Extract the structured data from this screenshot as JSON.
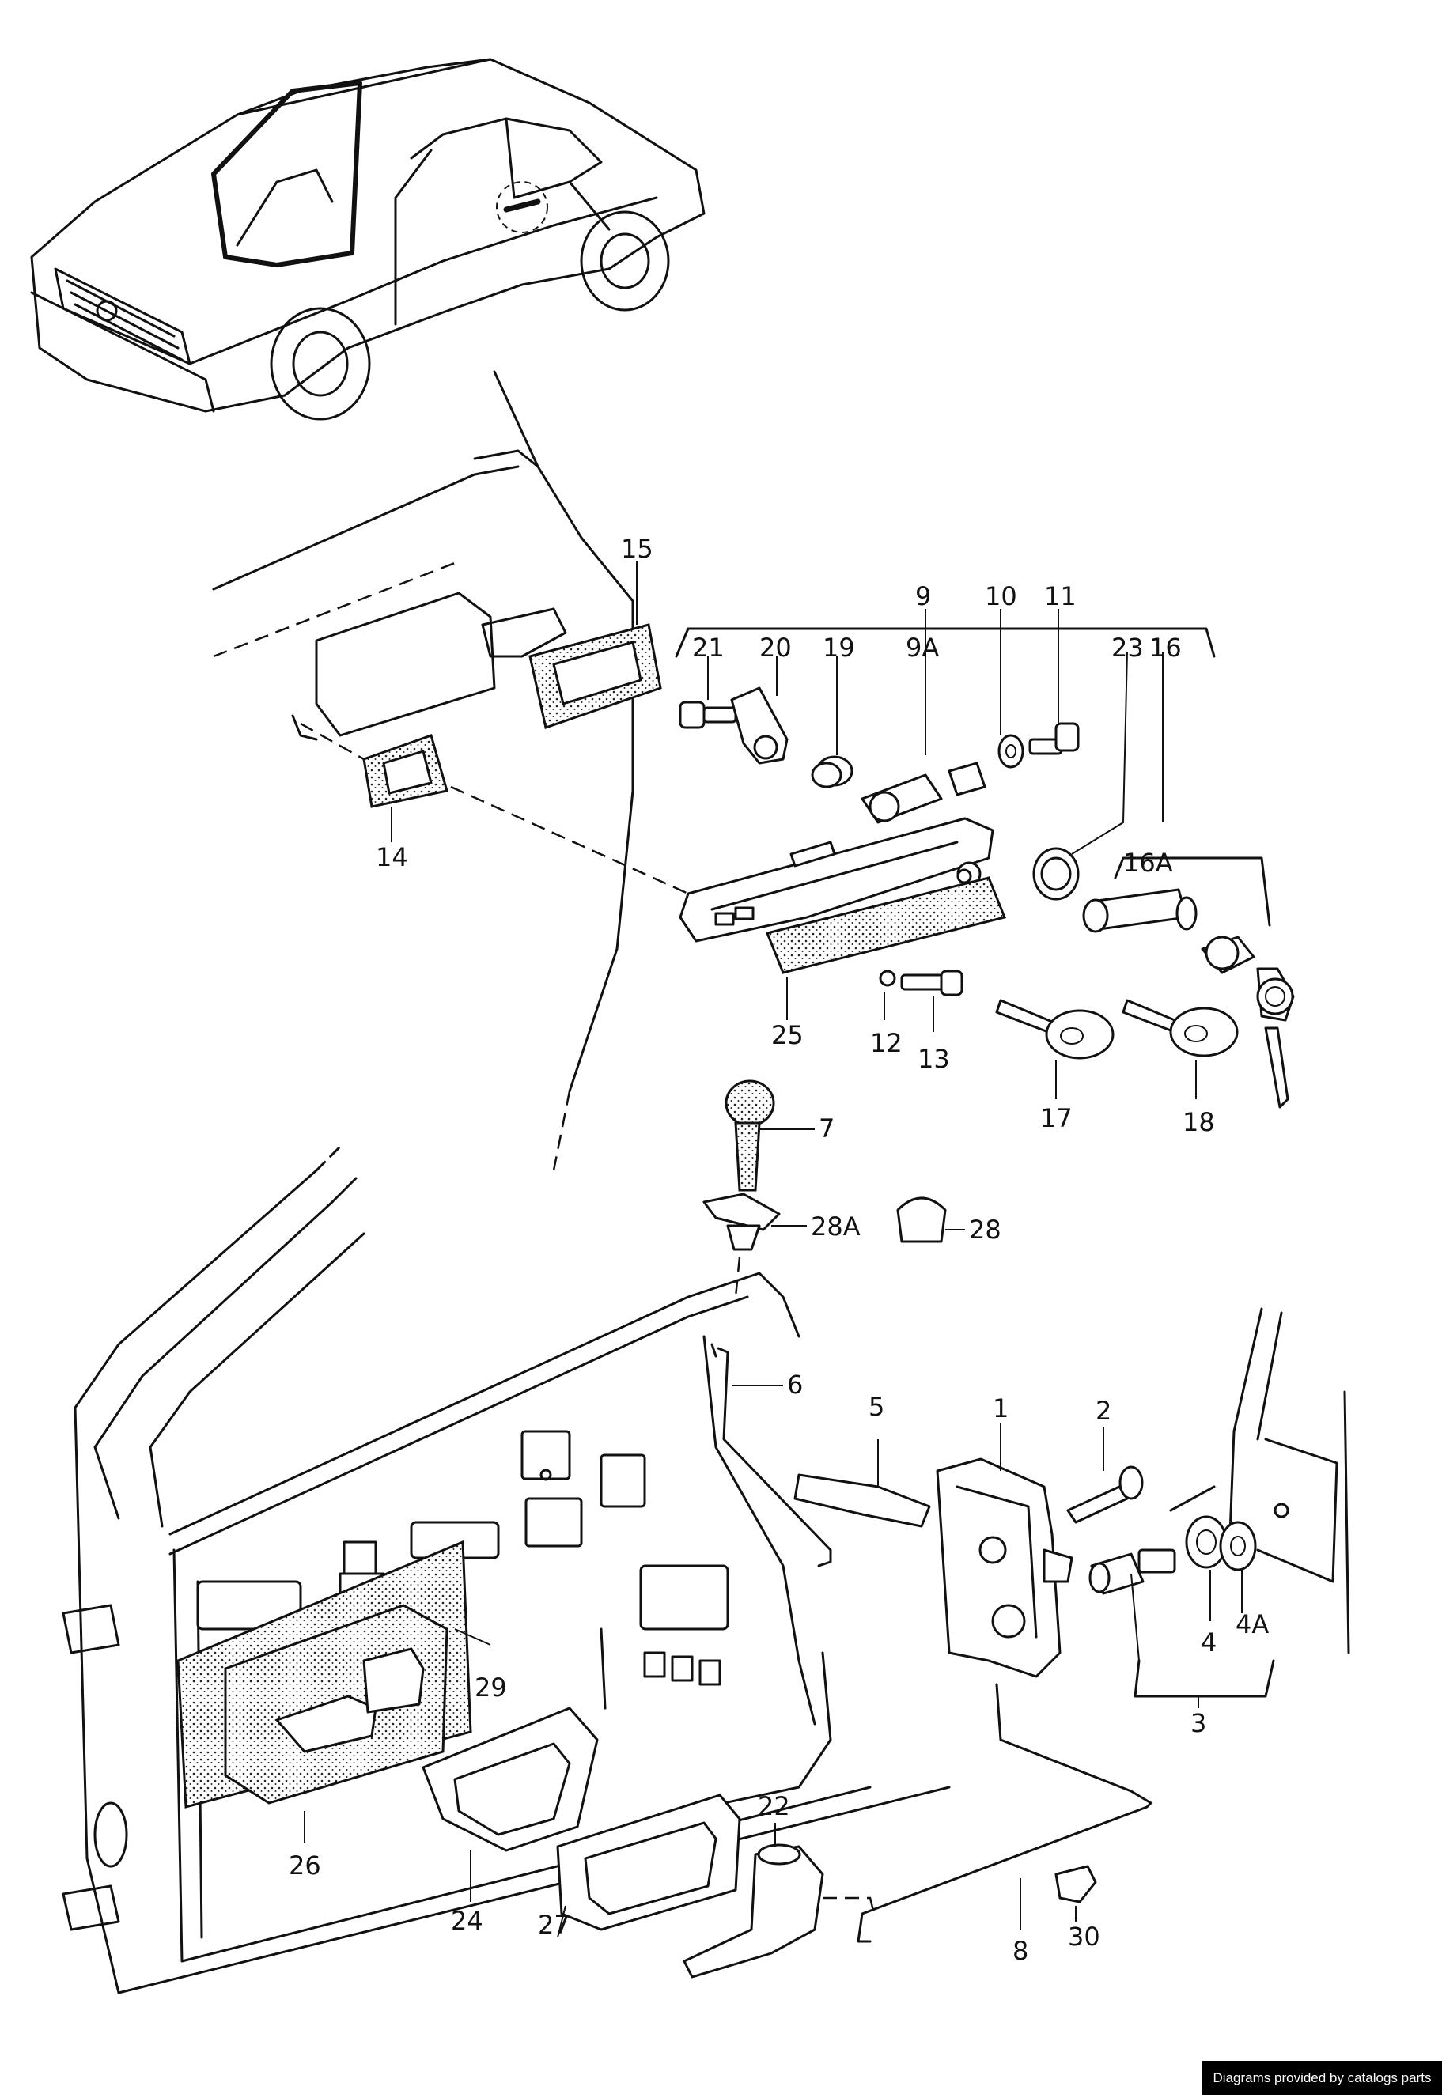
{
  "labels": {
    "p1": "1",
    "p2": "2",
    "p3": "3",
    "p4": "4",
    "p4a": "4A",
    "p5": "5",
    "p6": "6",
    "p7": "7",
    "p8": "8",
    "p9": "9",
    "p9a": "9A",
    "p10": "10",
    "p11": "11",
    "p12": "12",
    "p13": "13",
    "p14": "14",
    "p15": "15",
    "p16": "16",
    "p16a": "16A",
    "p17": "17",
    "p18": "18",
    "p19": "19",
    "p20": "20",
    "p21": "21",
    "p22": "22",
    "p23": "23",
    "p24": "24",
    "p25": "25",
    "p26": "26",
    "p27": "27",
    "p28": "28",
    "p28a": "28A",
    "p29": "29",
    "p30": "30"
  },
  "credit": "Diagrams provided by catalogs parts",
  "colors": {
    "line": "#111111",
    "background": "#ffffff",
    "credit_bg": "#000000",
    "credit_text": "#ffffff"
  }
}
